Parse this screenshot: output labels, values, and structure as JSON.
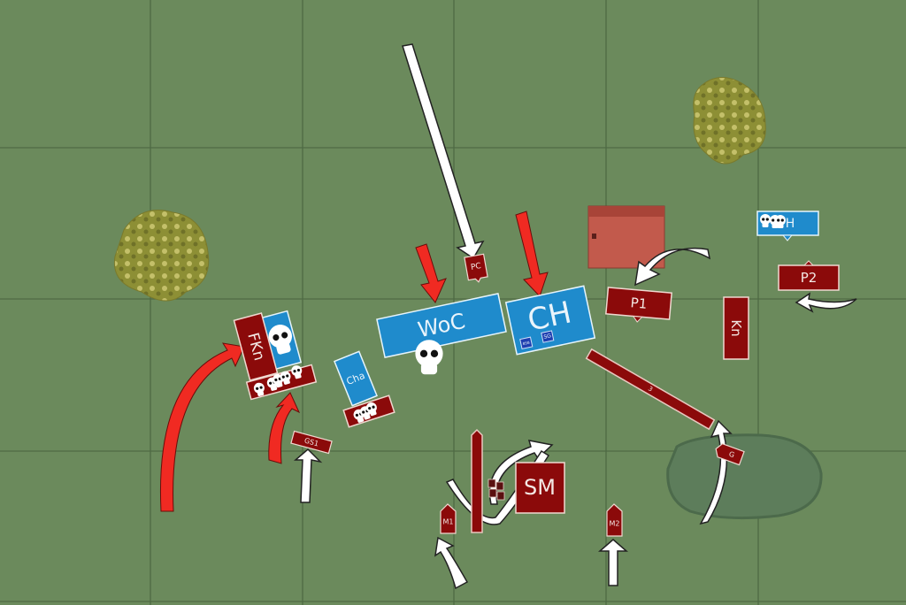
{
  "title": "Battle map",
  "colors": {
    "field": "#6b8a5c",
    "grid": "#4f6a44",
    "red_unit": "#8b0a0a",
    "blue_unit": "#1f8bcc",
    "arrow_red": "#f02a22",
    "arrow_white": "#ffffff",
    "building": "#c25a4c",
    "hill": "#5d7d5b",
    "forest": "#9a9b3a"
  },
  "units": {
    "fkn": "FKn",
    "cha": "Cha",
    "gs1": "GS1",
    "woc": "WoC",
    "pc": "PC",
    "ch": "CH",
    "ch_tag1": "BSB",
    "ch_tag2": "SG",
    "p1": "P1",
    "p2": "P2",
    "kn": "Kn",
    "h": "H",
    "g": "G",
    "m1": "M1",
    "m2": "M2",
    "sm": "SM",
    "bar_long": "3"
  },
  "icons": {
    "skull": "skull-icon",
    "arrow": "arrow-icon"
  }
}
